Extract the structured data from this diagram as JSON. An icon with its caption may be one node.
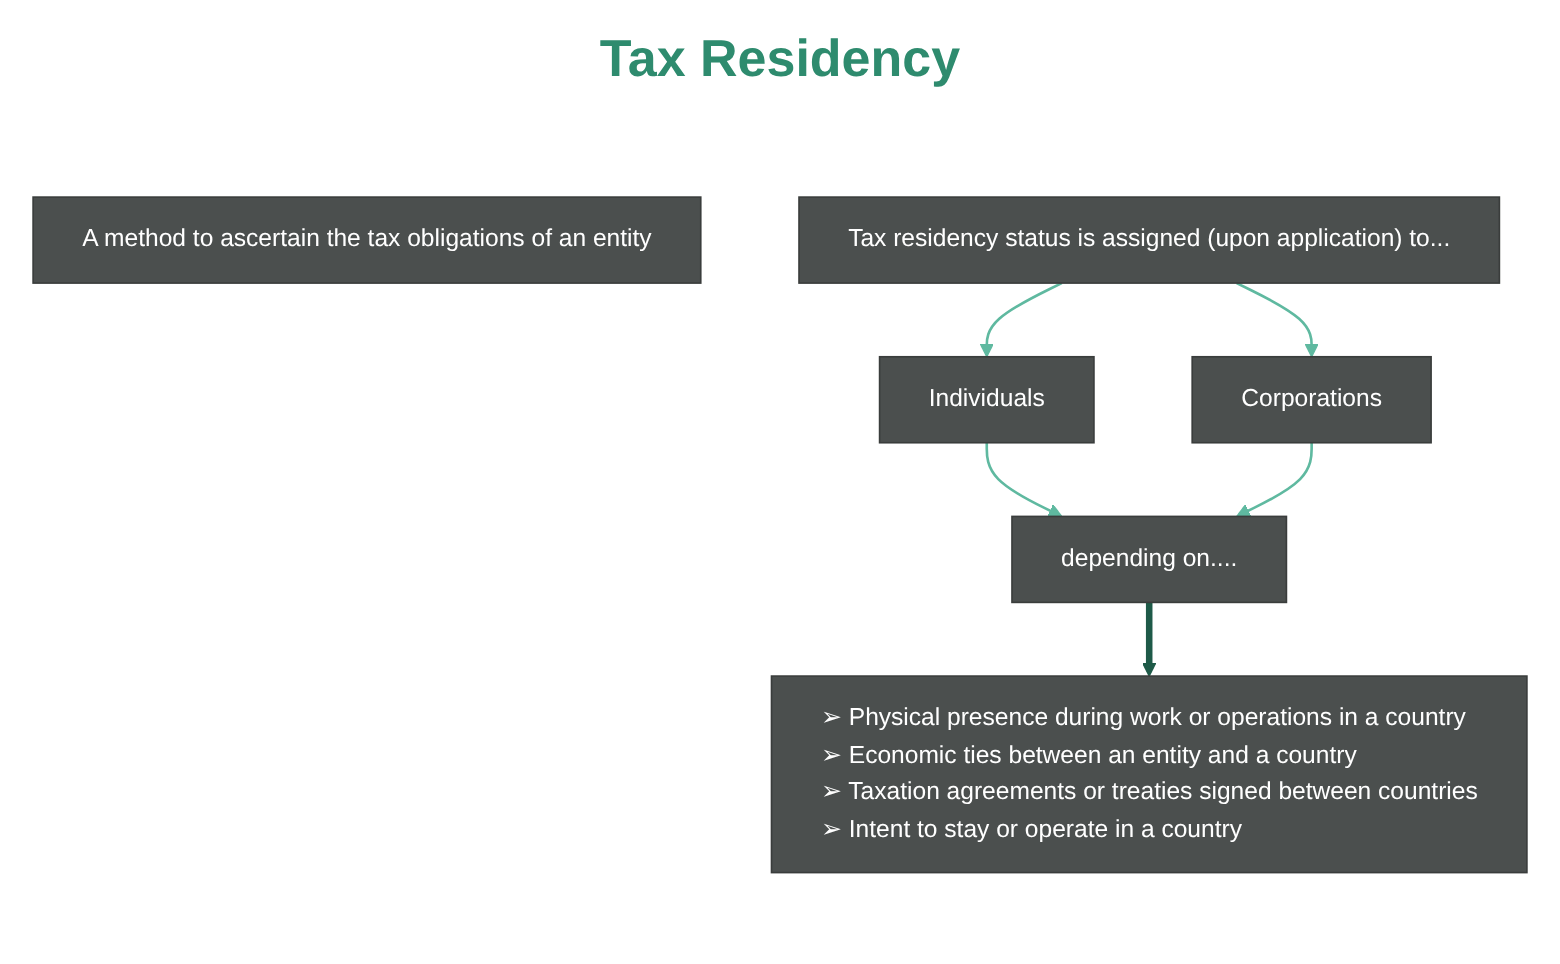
{
  "diagram": {
    "title": "Tax Residency",
    "nodes": [
      {
        "text": [
          "A method to ascertain the tax obligations of an entity"
        ]
      },
      {
        "text": [
          "Tax residency status is assigned (upon application) to..."
        ]
      },
      {
        "text": [
          "Individuals"
        ]
      },
      {
        "text": [
          "Corporations"
        ]
      },
      {
        "text": [
          "depending on...."
        ]
      },
      {
        "text": [
          "➢ Physical presence during work or operations in a country",
          "➢ Economic ties between an entity and a country",
          "➢ Taxation agreements or treaties signed between countries",
          "➢ Intent to stay or operate in a country"
        ]
      }
    ],
    "edges": [
      {
        "from": 1,
        "to": 2,
        "arrow": "to"
      },
      {
        "from": 1,
        "to": 3,
        "arrow": "to"
      },
      {
        "from": 2,
        "to": 4,
        "arrow": "to"
      },
      {
        "from": 3,
        "to": 4,
        "arrow": "to"
      },
      {
        "from": 4,
        "to": 5,
        "arrow": "to",
        "style": "thick",
        "color": "#1e5a48"
      }
    ]
  }
}
